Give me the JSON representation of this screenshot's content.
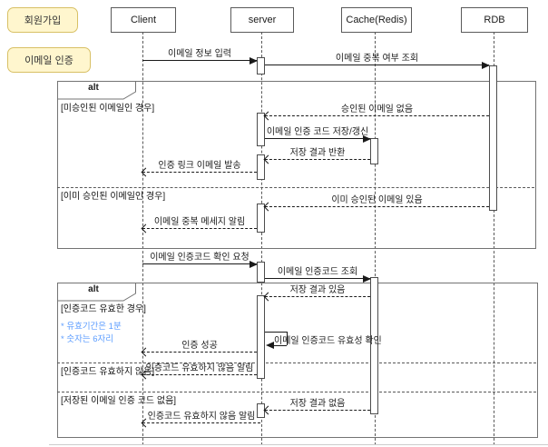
{
  "diagram": {
    "badges": [
      {
        "text": "회원가입"
      },
      {
        "text": "이메일 인증"
      }
    ],
    "actors": [
      {
        "name": "Client"
      },
      {
        "name": "server"
      },
      {
        "name": "Cache(Redis)"
      },
      {
        "name": "RDB"
      }
    ],
    "frames": [
      {
        "label": "alt",
        "guards": [
          "[미승인된 이메일인 경우]",
          "[이미 승인된 이메일인 경우]"
        ]
      },
      {
        "label": "alt",
        "guards": [
          "[인증코드 유효한 경우]",
          "[인증코드 유효하지 않음]",
          "[저장된 이메일 인증 코드 없음]"
        ],
        "notes": [
          "* 유효기간은 1분",
          "* 숫자는 6자리"
        ]
      }
    ],
    "messages": [
      {
        "text": "이메일 정보 입력",
        "from": "Client",
        "to": "server",
        "kind": "sync"
      },
      {
        "text": "이메일 중복 여부 조회",
        "from": "server",
        "to": "RDB",
        "kind": "sync"
      },
      {
        "text": "승인된 이메일 없음",
        "from": "RDB",
        "to": "server",
        "kind": "return"
      },
      {
        "text": "이메일 인증 코드 저장/갱신",
        "from": "server",
        "to": "Cache(Redis)",
        "kind": "sync"
      },
      {
        "text": "저장 결과 반환",
        "from": "Cache(Redis)",
        "to": "server",
        "kind": "return"
      },
      {
        "text": "인증 링크 이메일 발송",
        "from": "server",
        "to": "Client",
        "kind": "return"
      },
      {
        "text": "이미 승인된 이메일 있음",
        "from": "RDB",
        "to": "server",
        "kind": "return"
      },
      {
        "text": "이메일 중복 메세지 알림",
        "from": "server",
        "to": "Client",
        "kind": "return"
      },
      {
        "text": "이메일 인증코드 확인 요청",
        "from": "Client",
        "to": "server",
        "kind": "sync"
      },
      {
        "text": "이메일 인증코드 조회",
        "from": "server",
        "to": "Cache(Redis)",
        "kind": "sync"
      },
      {
        "text": "저장 결과 있음",
        "from": "Cache(Redis)",
        "to": "server",
        "kind": "return"
      },
      {
        "text": "이메일 인증코드 유효성 확인",
        "from": "server",
        "to": "server",
        "kind": "self"
      },
      {
        "text": "인증 성공",
        "from": "server",
        "to": "Client",
        "kind": "return"
      },
      {
        "text": "인증코드 유효하지 않음 알림",
        "from": "server",
        "to": "Client",
        "kind": "return"
      },
      {
        "text": "저장 결과 없음",
        "from": "Cache(Redis)",
        "to": "server",
        "kind": "return"
      },
      {
        "text": "인증코드 유효하지 않음 알림",
        "from": "server",
        "to": "Client",
        "kind": "return"
      }
    ],
    "colors": {
      "badge_bg": "#FFF6CE",
      "badge_border": "#D8C065",
      "note_text": "#5C9DFF",
      "frame_border": "#737373"
    }
  }
}
